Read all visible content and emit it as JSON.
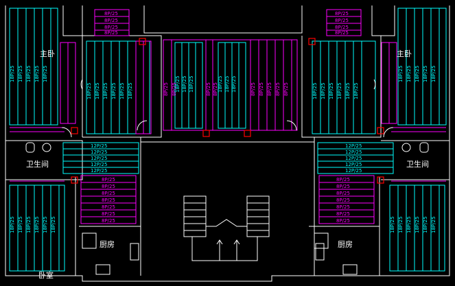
{
  "colors": {
    "background": "#000000",
    "wall": "#ffffff",
    "pipe_cyan": "#00ffff",
    "pipe_magenta": "#ff00ff",
    "manifold_red": "#ff0000",
    "stair": "#ffffff"
  },
  "labels": {
    "bedroom_left": "主卧",
    "bedroom_right": "主卧",
    "bath_left": "卫生间",
    "bath_right": "卫生间",
    "kitchen_left": "厨房",
    "kitchen_right": "厨房",
    "secondary_bedroom": "卧室"
  },
  "pipe_labels": {
    "cyan": "18P/25",
    "magenta": "8P/25",
    "stack": "12P/25"
  }
}
